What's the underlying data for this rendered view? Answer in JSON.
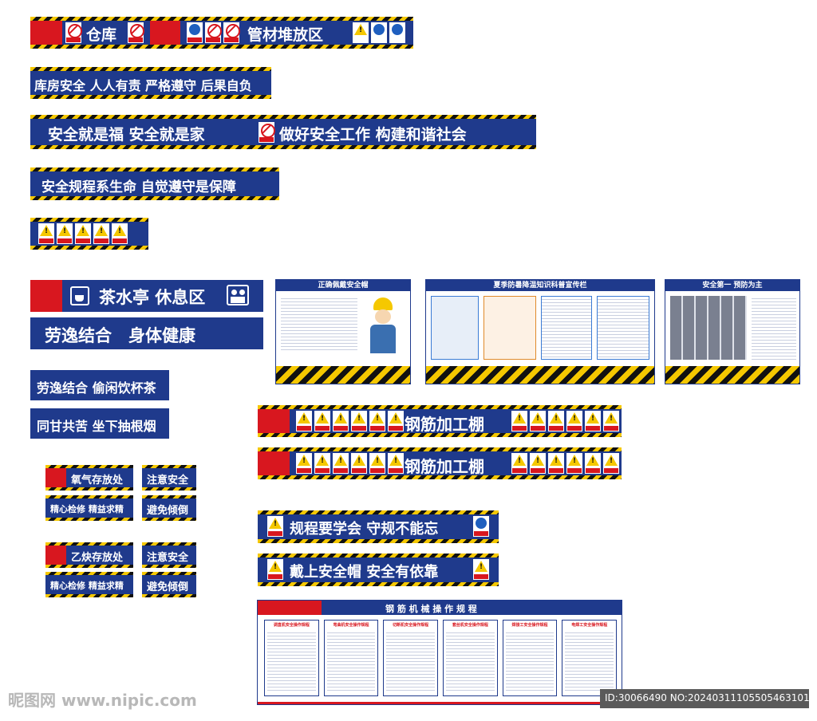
{
  "banners": {
    "warehouse": "仓库",
    "pipe_area": "管材堆放区",
    "warehouse_safety": "库房安全 人人有责 严格遵守 后果自负",
    "safety_is_happiness_a": "安全就是福 安全就是家",
    "safety_is_happiness_b": "做好安全工作 构建和谐社会",
    "regulations_life": "安全规程系生命 自觉遵守是保障",
    "tea_pavilion": "茶水亭 休息区",
    "work_rest": "劳逸结合　身体健康",
    "work_rest_tea": "劳逸结合 偷闲饮杯茶",
    "smoke": "同甘共苦 坐下抽根烟",
    "oxygen": "氧气存放处",
    "acetylene": "乙炔存放处",
    "attention_1": "注意安全",
    "attention_2": "注意安全",
    "maintenance_1": "精心检修 精益求精",
    "maintenance_2": "精心检修 精益求精",
    "avoid_tilt_1": "避免倾倒",
    "avoid_tilt_2": "避免倾倒",
    "rebar_shed_1": "钢筋加工棚",
    "rebar_shed_2": "钢筋加工棚",
    "learn_rules": "规程要学会 守规不能忘",
    "wear_helmet": "戴上安全帽 安全有依靠"
  },
  "boards": {
    "helmet": "正确佩戴安全帽",
    "summer": "夏季防暑降温知识科普宣传栏",
    "prevention": "安全第一 预防为主",
    "rebar_rules": "钢 筋 机 械 操 作 规 程",
    "rule_titles": [
      "调直机安全操作规程",
      "弯曲机安全操作规程",
      "切断机安全操作规程",
      "套丝机安全操作规程",
      "焊接工安全操作规程",
      "电焊工安全操作规程"
    ]
  },
  "watermark": {
    "site": "昵图网 www.nipic.com",
    "id": "ID:30066490 NO:20240311105505463101"
  },
  "icons": {
    "cup": "cup-icon",
    "people": "people-icon"
  },
  "colors": {
    "navy": "#1f3a8c",
    "red": "#d8171f",
    "hazard_yellow": "#f5c800"
  }
}
